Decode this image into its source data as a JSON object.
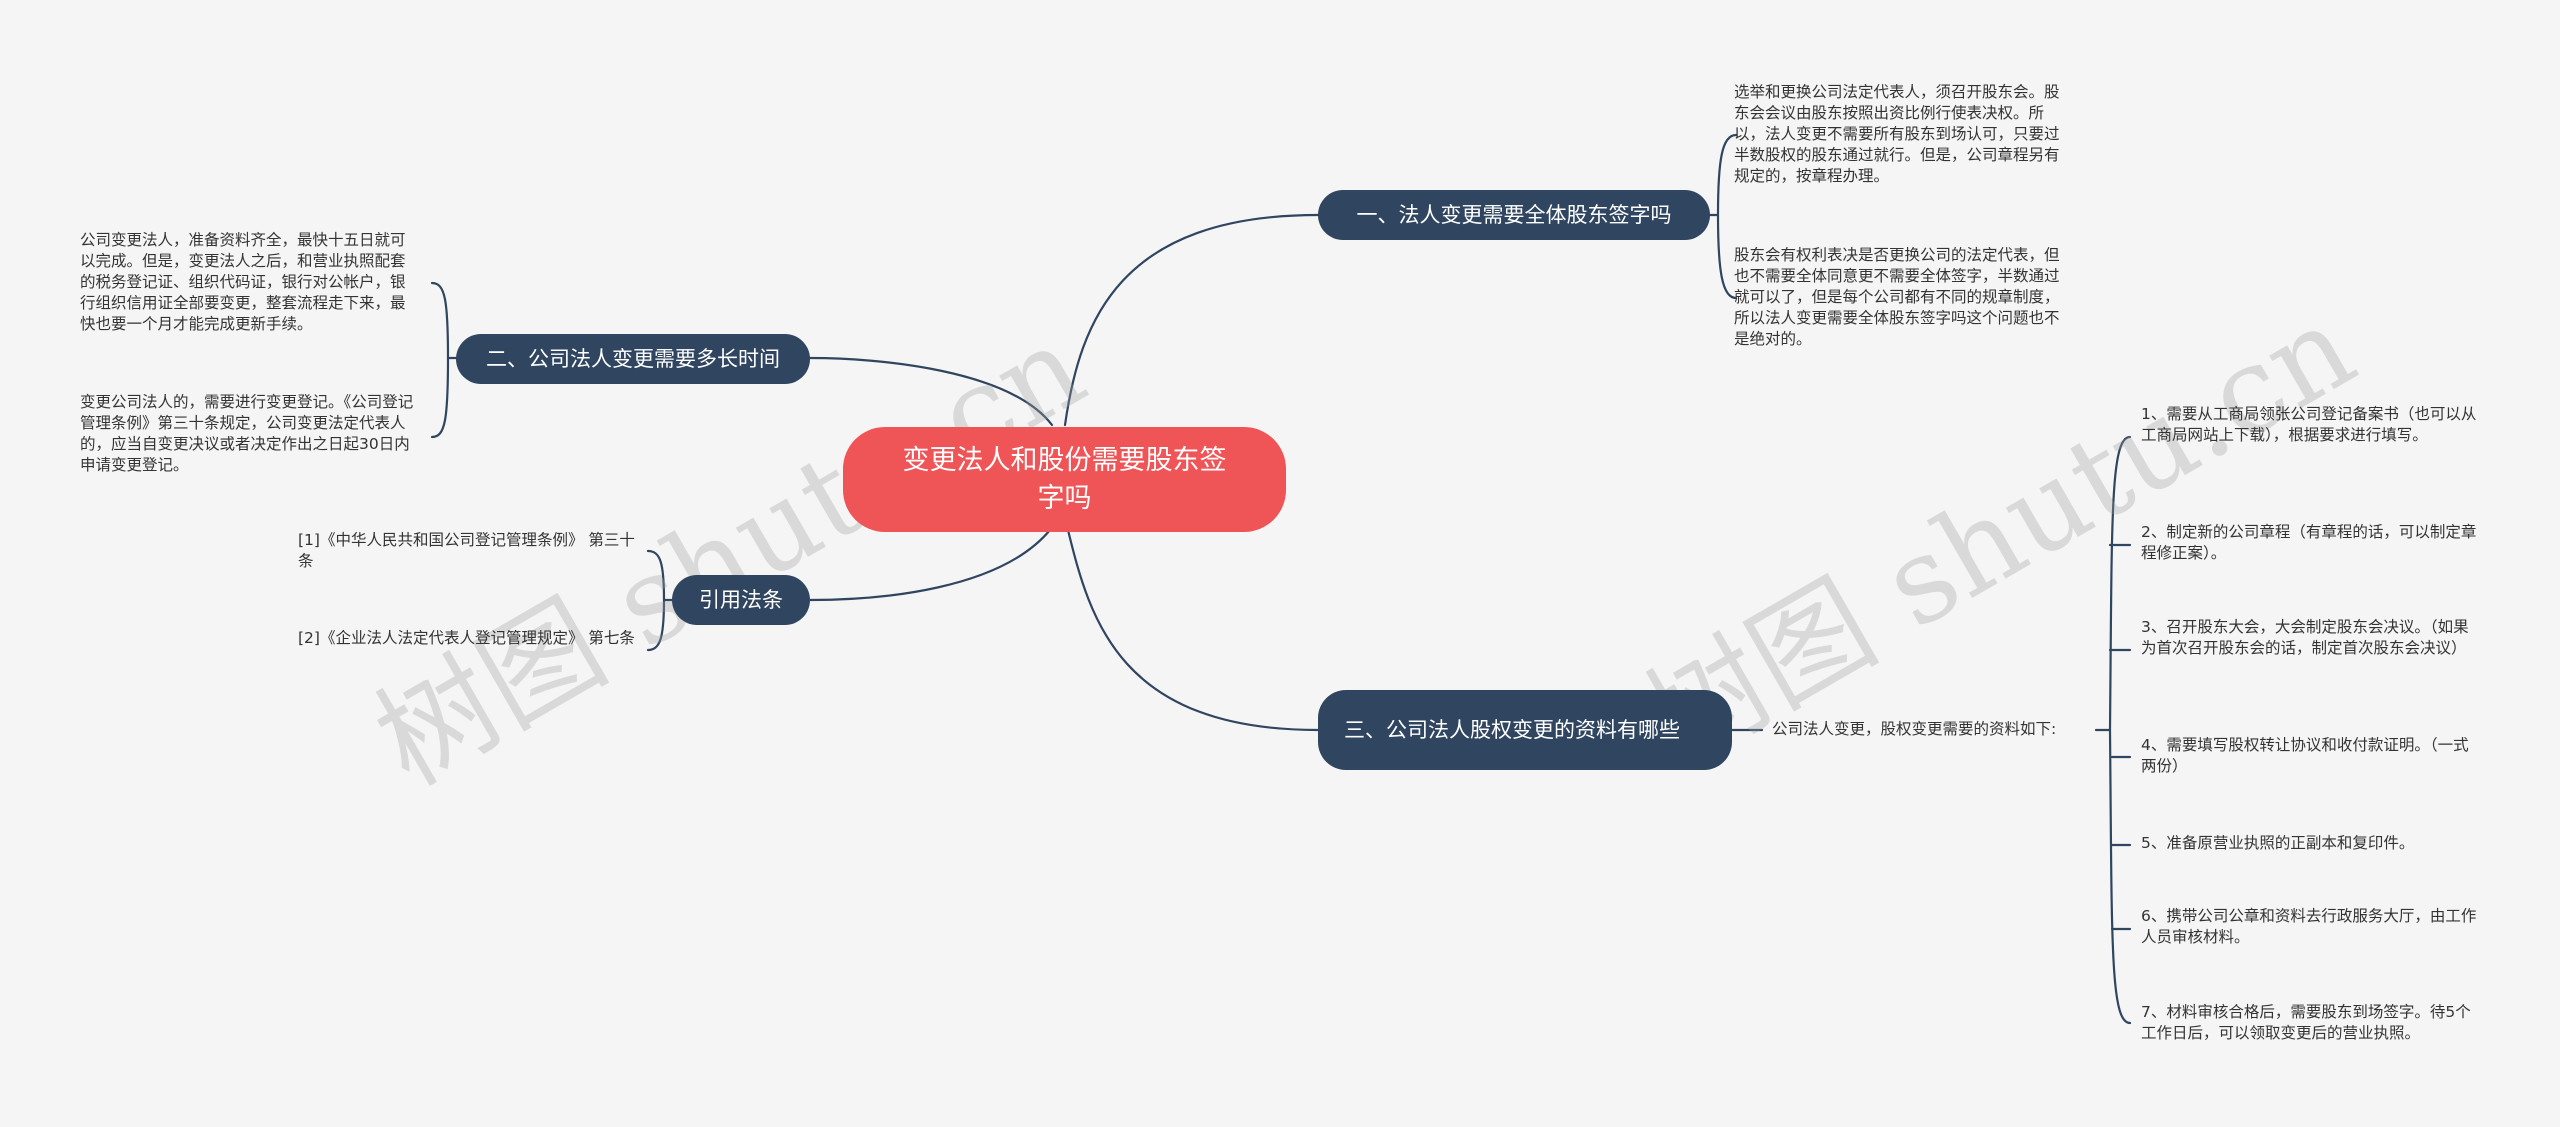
{
  "root": {
    "label": "变更法人和股份需要股东签字吗"
  },
  "branches": [
    {
      "label": "一、法人变更需要全体股东签字吗",
      "leaves": [
        "选举和更换公司法定代表人，须召开股东会。股东会会议由股东按照出资比例行使表决权。所以，法人变更不需要所有股东到场认可，只要过半数股权的股东通过就行。但是，公司章程另有规定的，按章程办理。",
        "股东会有权利表决是否更换公司的法定代表，但也不需要全体同意更不需要全体签字，半数通过就可以了，但是每个公司都有不同的规章制度，所以法人变更需要全体股东签字吗这个问题也不是绝对的。"
      ]
    },
    {
      "label": "二、公司法人变更需要多长时间",
      "leaves": [
        "公司变更法人，准备资料齐全，最快十五日就可以完成。但是，变更法人之后，和营业执照配套的税务登记证、组织代码证，银行对公帐户，银行组织信用证全部要变更，整套流程走下来，最快也要一个月才能完成更新手续。",
        "变更公司法人的，需要进行变更登记。《公司登记管理条例》第三十条规定，公司变更法定代表人的，应当自变更决议或者决定作出之日起30日内申请变更登记。"
      ]
    },
    {
      "label": "引用法条",
      "leaves": [
        "[1]《中华人民共和国公司登记管理条例》 第三十条",
        "[2]《企业法人法定代表人登记管理规定》 第七条"
      ]
    },
    {
      "label": "三、公司法人股权变更的资料有哪些",
      "sub_label": "公司法人变更，股权变更需要的资料如下:",
      "leaves": [
        "1、需要从工商局领张公司登记备案书（也可以从工商局网站上下载），根据要求进行填写。",
        "2、制定新的公司章程（有章程的话，可以制定章程修正案）。",
        "3、召开股东大会，大会制定股东会决议。（如果为首次召开股东会的话，制定首次股东会决议）",
        "4、需要填写股权转让协议和收付款证明。（一式两份）",
        "5、准备原营业执照的正副本和复印件。",
        "6、携带公司公章和资料去行政服务大厅，由工作人员审核材料。",
        "7、材料审核合格后，需要股东到场签字。待5个工作日后，可以领取变更后的营业执照。"
      ]
    }
  ],
  "watermarks": [
    "树图 shutu.cn",
    "树图 shutu.cn"
  ],
  "colors": {
    "root": "#ef5457",
    "branch": "#2f4560",
    "line": "#2f4560",
    "background": "#f5f5f5"
  }
}
